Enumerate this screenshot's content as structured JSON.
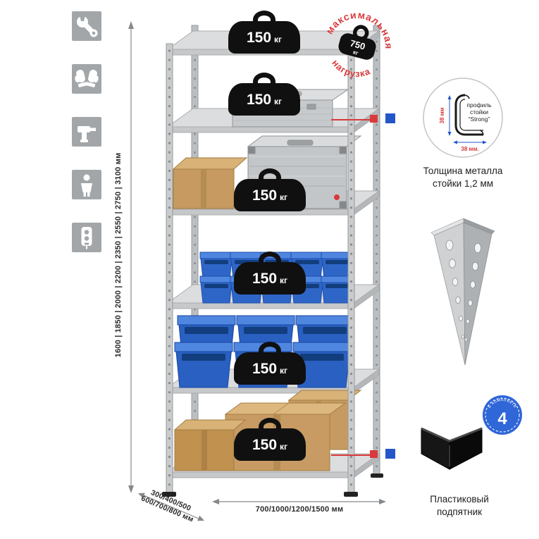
{
  "colors": {
    "accent_red": "#d93a3c",
    "accent_blue": "#2456c8",
    "bin_blue": "#2e66c8",
    "metal_gray": "#c6c8ca",
    "icon_tile_gray": "#a2a6a9",
    "cardboard": "#c69a60"
  },
  "left_icons": [
    {
      "name": "wrench-icon"
    },
    {
      "name": "gloves-icon"
    },
    {
      "name": "drill-icon"
    },
    {
      "name": "person-icon"
    },
    {
      "name": "power-strip-icon"
    }
  ],
  "dimensions": {
    "heights": "1600 | 1850 | 2000 | 2200 | 2350 | 2550 | 2750 | 3100 мм",
    "depth_line1": "300/400/500",
    "depth_line2": "600/700/800 мм",
    "width": "700/1000/1200/1500 мм"
  },
  "shelf_badge": {
    "value": "150",
    "unit": "кг"
  },
  "stamp": {
    "arc_top": "максимальная",
    "arc_bottom": "нагрузка",
    "value": "750",
    "unit": "кг"
  },
  "profile_callout": {
    "label_line1": "профиль",
    "label_line2": "стойки",
    "label_line3": "“Strong”",
    "dim_vertical": "38 мм",
    "dim_horizontal": "38 мм.",
    "caption_line1": "Толщина металла",
    "caption_line2": "стойки 1,2 мм"
  },
  "foot_callout": {
    "badge_value": "4",
    "badge_text": "в комплекте",
    "caption_line1": "Пластиковый",
    "caption_line2": "подпятник"
  }
}
